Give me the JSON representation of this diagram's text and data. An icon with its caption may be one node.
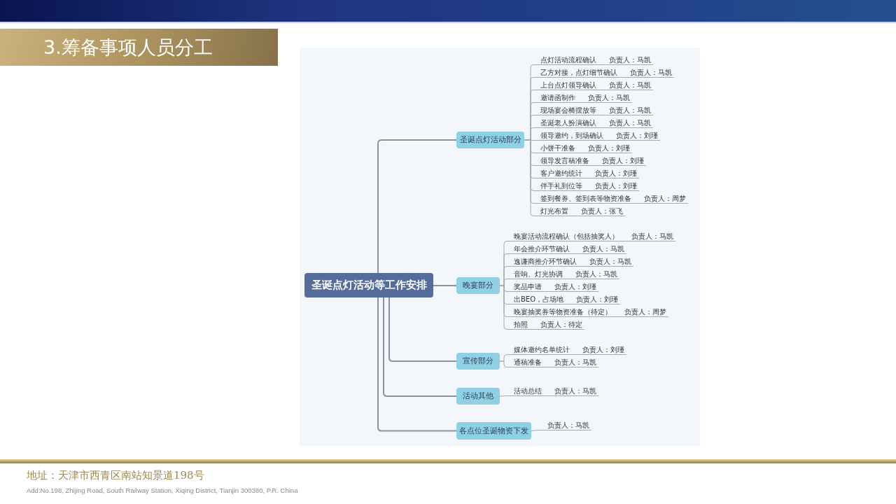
{
  "diagram": {
    "title": "3.筹备事项人员分工",
    "nodes": [
      {
        "text": [
          "圣诞点灯活动等工作安排"
        ]
      },
      {
        "text": [
          "圣诞点灯活动部分"
        ]
      },
      {
        "text": [
          "点灯活动流程确认",
          "负责人：马凯"
        ]
      },
      {
        "text": [
          "乙方对接，点灯细节确认",
          "负责人：马凯"
        ]
      },
      {
        "text": [
          "上台点灯领导确认",
          "负责人：马凯"
        ]
      },
      {
        "text": [
          "邀请函制作",
          "负责人：马凯"
        ]
      },
      {
        "text": [
          "现场宴会椅摆放等",
          "负责人：马凯"
        ]
      },
      {
        "text": [
          "圣诞老人扮演确认",
          "负责人：马凯"
        ]
      },
      {
        "text": [
          "领导邀约，到场确认",
          "负责人：刘瑾"
        ]
      },
      {
        "text": [
          "小饼干准备",
          "负责人：刘瑾"
        ]
      },
      {
        "text": [
          "领导发言稿准备",
          "负责人：刘瑾"
        ]
      },
      {
        "text": [
          "客户邀约统计",
          "负责人：刘瑾"
        ]
      },
      {
        "text": [
          "伴手礼到位等",
          "负责人：刘瑾"
        ]
      },
      {
        "text": [
          "签到餐券、签到表等物资准备",
          "负责人：周梦"
        ]
      },
      {
        "text": [
          "灯光布置",
          "负责人：张飞"
        ]
      },
      {
        "text": [
          "晚宴部分"
        ]
      },
      {
        "text": [
          "晚宴活动流程确认（包括抽奖人）",
          "负责人：马凯"
        ]
      },
      {
        "text": [
          "年会推介环节确认",
          "负责人：马凯"
        ]
      },
      {
        "text": [
          "逸谦商推介环节确认",
          "负责人：马凯"
        ]
      },
      {
        "text": [
          "音响、灯光协调",
          "负责人：马凯"
        ]
      },
      {
        "text": [
          "奖品申请",
          "负责人：刘瑾"
        ]
      },
      {
        "text": [
          "出BEO，占场地",
          "负责人：刘瑾"
        ]
      },
      {
        "text": [
          "晚宴抽奖券等物资准备（待定）",
          "负责人：周梦"
        ]
      },
      {
        "text": [
          "拍照",
          "负责人：待定"
        ]
      },
      {
        "text": [
          "宣传部分"
        ]
      },
      {
        "text": [
          "媒体邀约名单统计",
          "负责人：刘瑾"
        ]
      },
      {
        "text": [
          "通稿准备",
          "负责人：马凯"
        ]
      },
      {
        "text": [
          "活动其他"
        ]
      },
      {
        "text": [
          "活动总结",
          "负责人：马凯"
        ]
      },
      {
        "text": [
          "各点位圣诞物资下发"
        ]
      },
      {
        "text": [
          "负责人：马凯"
        ]
      }
    ],
    "edges": [
      {
        "from": 0,
        "to": 1,
        "arrow": "none"
      },
      {
        "from": 1,
        "to": 2,
        "arrow": "none"
      },
      {
        "from": 1,
        "to": 3,
        "arrow": "none"
      },
      {
        "from": 1,
        "to": 4,
        "arrow": "none"
      },
      {
        "from": 1,
        "to": 5,
        "arrow": "none"
      },
      {
        "from": 1,
        "to": 6,
        "arrow": "none"
      },
      {
        "from": 1,
        "to": 7,
        "arrow": "none"
      },
      {
        "from": 1,
        "to": 8,
        "arrow": "none"
      },
      {
        "from": 1,
        "to": 9,
        "arrow": "none"
      },
      {
        "from": 1,
        "to": 10,
        "arrow": "none"
      },
      {
        "from": 1,
        "to": 11,
        "arrow": "none"
      },
      {
        "from": 1,
        "to": 12,
        "arrow": "none"
      },
      {
        "from": 1,
        "to": 13,
        "arrow": "none"
      },
      {
        "from": 1,
        "to": 14,
        "arrow": "none"
      },
      {
        "from": 0,
        "to": 15,
        "arrow": "none"
      },
      {
        "from": 15,
        "to": 16,
        "arrow": "none"
      },
      {
        "from": 15,
        "to": 17,
        "arrow": "none"
      },
      {
        "from": 15,
        "to": 18,
        "arrow": "none"
      },
      {
        "from": 15,
        "to": 19,
        "arrow": "none"
      },
      {
        "from": 15,
        "to": 20,
        "arrow": "none"
      },
      {
        "from": 15,
        "to": 21,
        "arrow": "none"
      },
      {
        "from": 15,
        "to": 22,
        "arrow": "none"
      },
      {
        "from": 15,
        "to": 23,
        "arrow": "none"
      },
      {
        "from": 0,
        "to": 24,
        "arrow": "none"
      },
      {
        "from": 24,
        "to": 25,
        "arrow": "none"
      },
      {
        "from": 24,
        "to": 26,
        "arrow": "none"
      },
      {
        "from": 0,
        "to": 27,
        "arrow": "none"
      },
      {
        "from": 27,
        "to": 28,
        "arrow": "none"
      },
      {
        "from": 0,
        "to": 29,
        "arrow": "none"
      },
      {
        "from": 29,
        "to": 30,
        "arrow": "none"
      }
    ],
    "labels": [
      "地址：天津市西青区南站知景道198号",
      "Add:No.198, Zhijing Road, South Railway Station, Xiqing District, Tianjin 300380, P.R. China"
    ]
  }
}
